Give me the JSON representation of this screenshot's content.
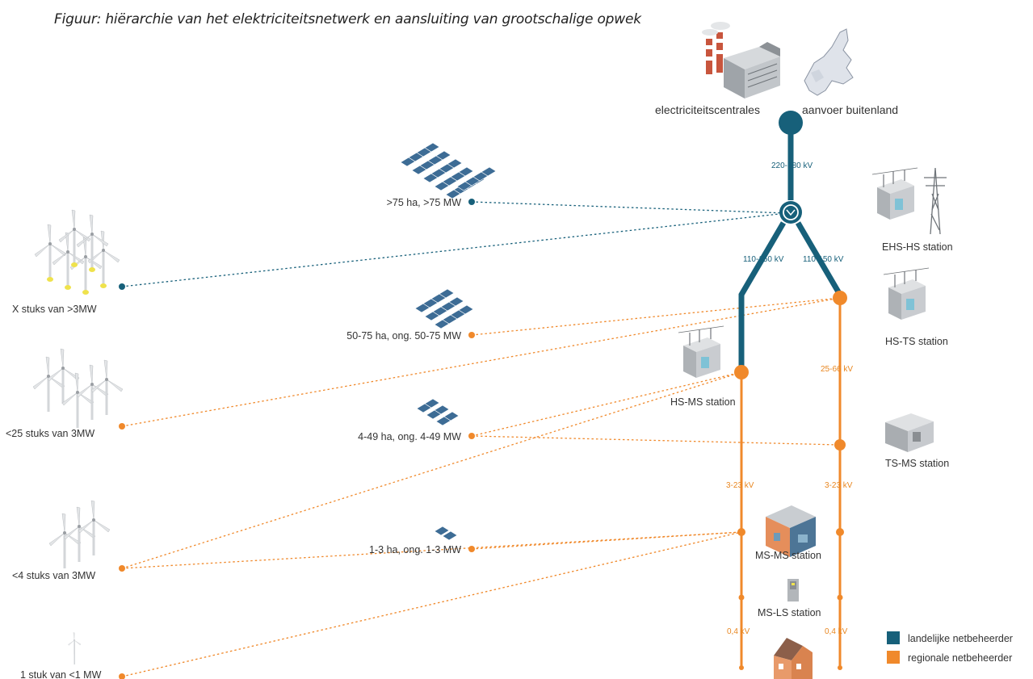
{
  "caption": "Figuur: hiërarchie van het elektriciteitsnetwerk en aansluiting van grootschalige opwek",
  "colors": {
    "national": "#17607a",
    "regional": "#f0892b",
    "icon_grey": "#b9bcc0",
    "solar": "#3d6c95"
  },
  "top": {
    "power_plants": "electriciteitscentrales",
    "import": "aanvoer buitenland"
  },
  "stations": {
    "ehs_hs": "EHS-HS station",
    "hs_ts": "HS-TS station",
    "hs_ms": "HS-MS station",
    "ts_ms": "TS-MS station",
    "ms_ms": "MS-MS station",
    "ms_ls": "MS-LS station"
  },
  "voltages": {
    "ehs": "220-380 kV",
    "hs_left": "110-150 kV",
    "hs_right": "110-150 kV",
    "ts": "25-66 kV",
    "ms_left": "3-23 kV",
    "ms_right": "3-23 kV",
    "ls_left": "0,4 kV",
    "ls_right": "0,4 kV"
  },
  "sources": {
    "solar_75": ">75 ha, >75 MW",
    "solar_50_75": "50-75 ha, ong. 50-75 MW",
    "solar_4_49": "4-49 ha, ong. 4-49 MW",
    "solar_1_3": "1-3 ha, ong. 1-3 MW",
    "wind_x": "X stuks van >3MW",
    "wind_25": "<25 stuks van 3MW",
    "wind_4": "<4 stuks van 3MW",
    "wind_1": "1 stuk van <1 MW"
  },
  "legend": {
    "national": "landelijke netbeheerder",
    "regional": "regionale netbeheerder"
  }
}
